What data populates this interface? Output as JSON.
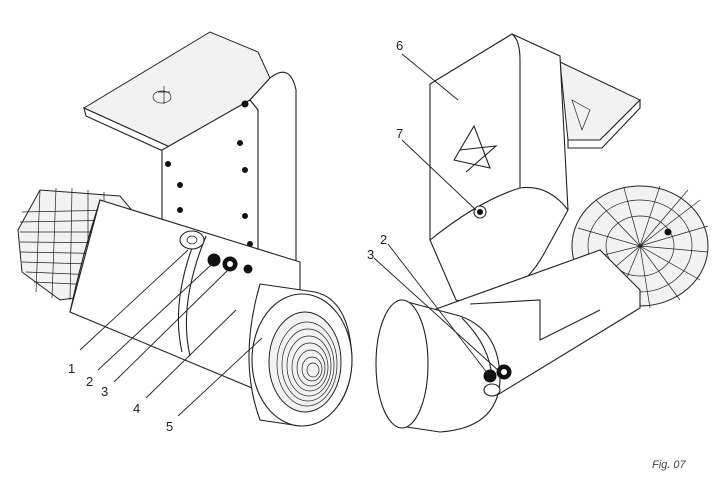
{
  "callouts": {
    "c1": "1",
    "c2_left": "2",
    "c3_left": "3",
    "c4": "4",
    "c5": "5",
    "c6": "6",
    "c7": "7",
    "c2_right": "2",
    "c3_right": "3"
  },
  "figure_label": "Fig. 07"
}
